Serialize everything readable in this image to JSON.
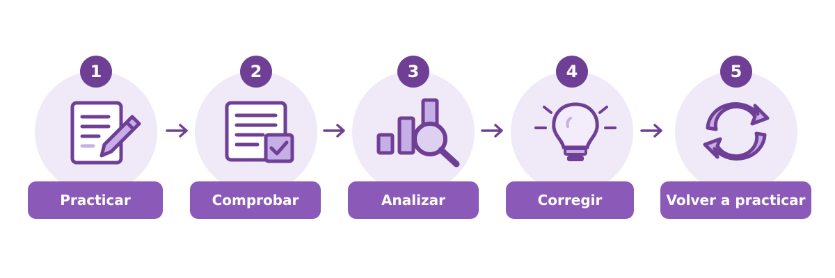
{
  "steps": [
    {
      "number": "1",
      "label": "Practicar",
      "icon": "document-pencil-icon"
    },
    {
      "number": "2",
      "label": "Comprobar",
      "icon": "document-checkbox-icon"
    },
    {
      "number": "3",
      "label": "Analizar",
      "icon": "bar-chart-magnifier-icon"
    },
    {
      "number": "4",
      "label": "Corregir",
      "icon": "lightbulb-icon"
    },
    {
      "number": "5",
      "label": "Volver a practicar",
      "icon": "refresh-cycle-icon"
    }
  ],
  "colors": {
    "badge": "#6f3f96",
    "pill": "#8b5ab9",
    "circle": "#efe9f8",
    "icon_stroke": "#6f3f96",
    "icon_fill": "#c6aee6",
    "arrow": "#6f3f96"
  }
}
